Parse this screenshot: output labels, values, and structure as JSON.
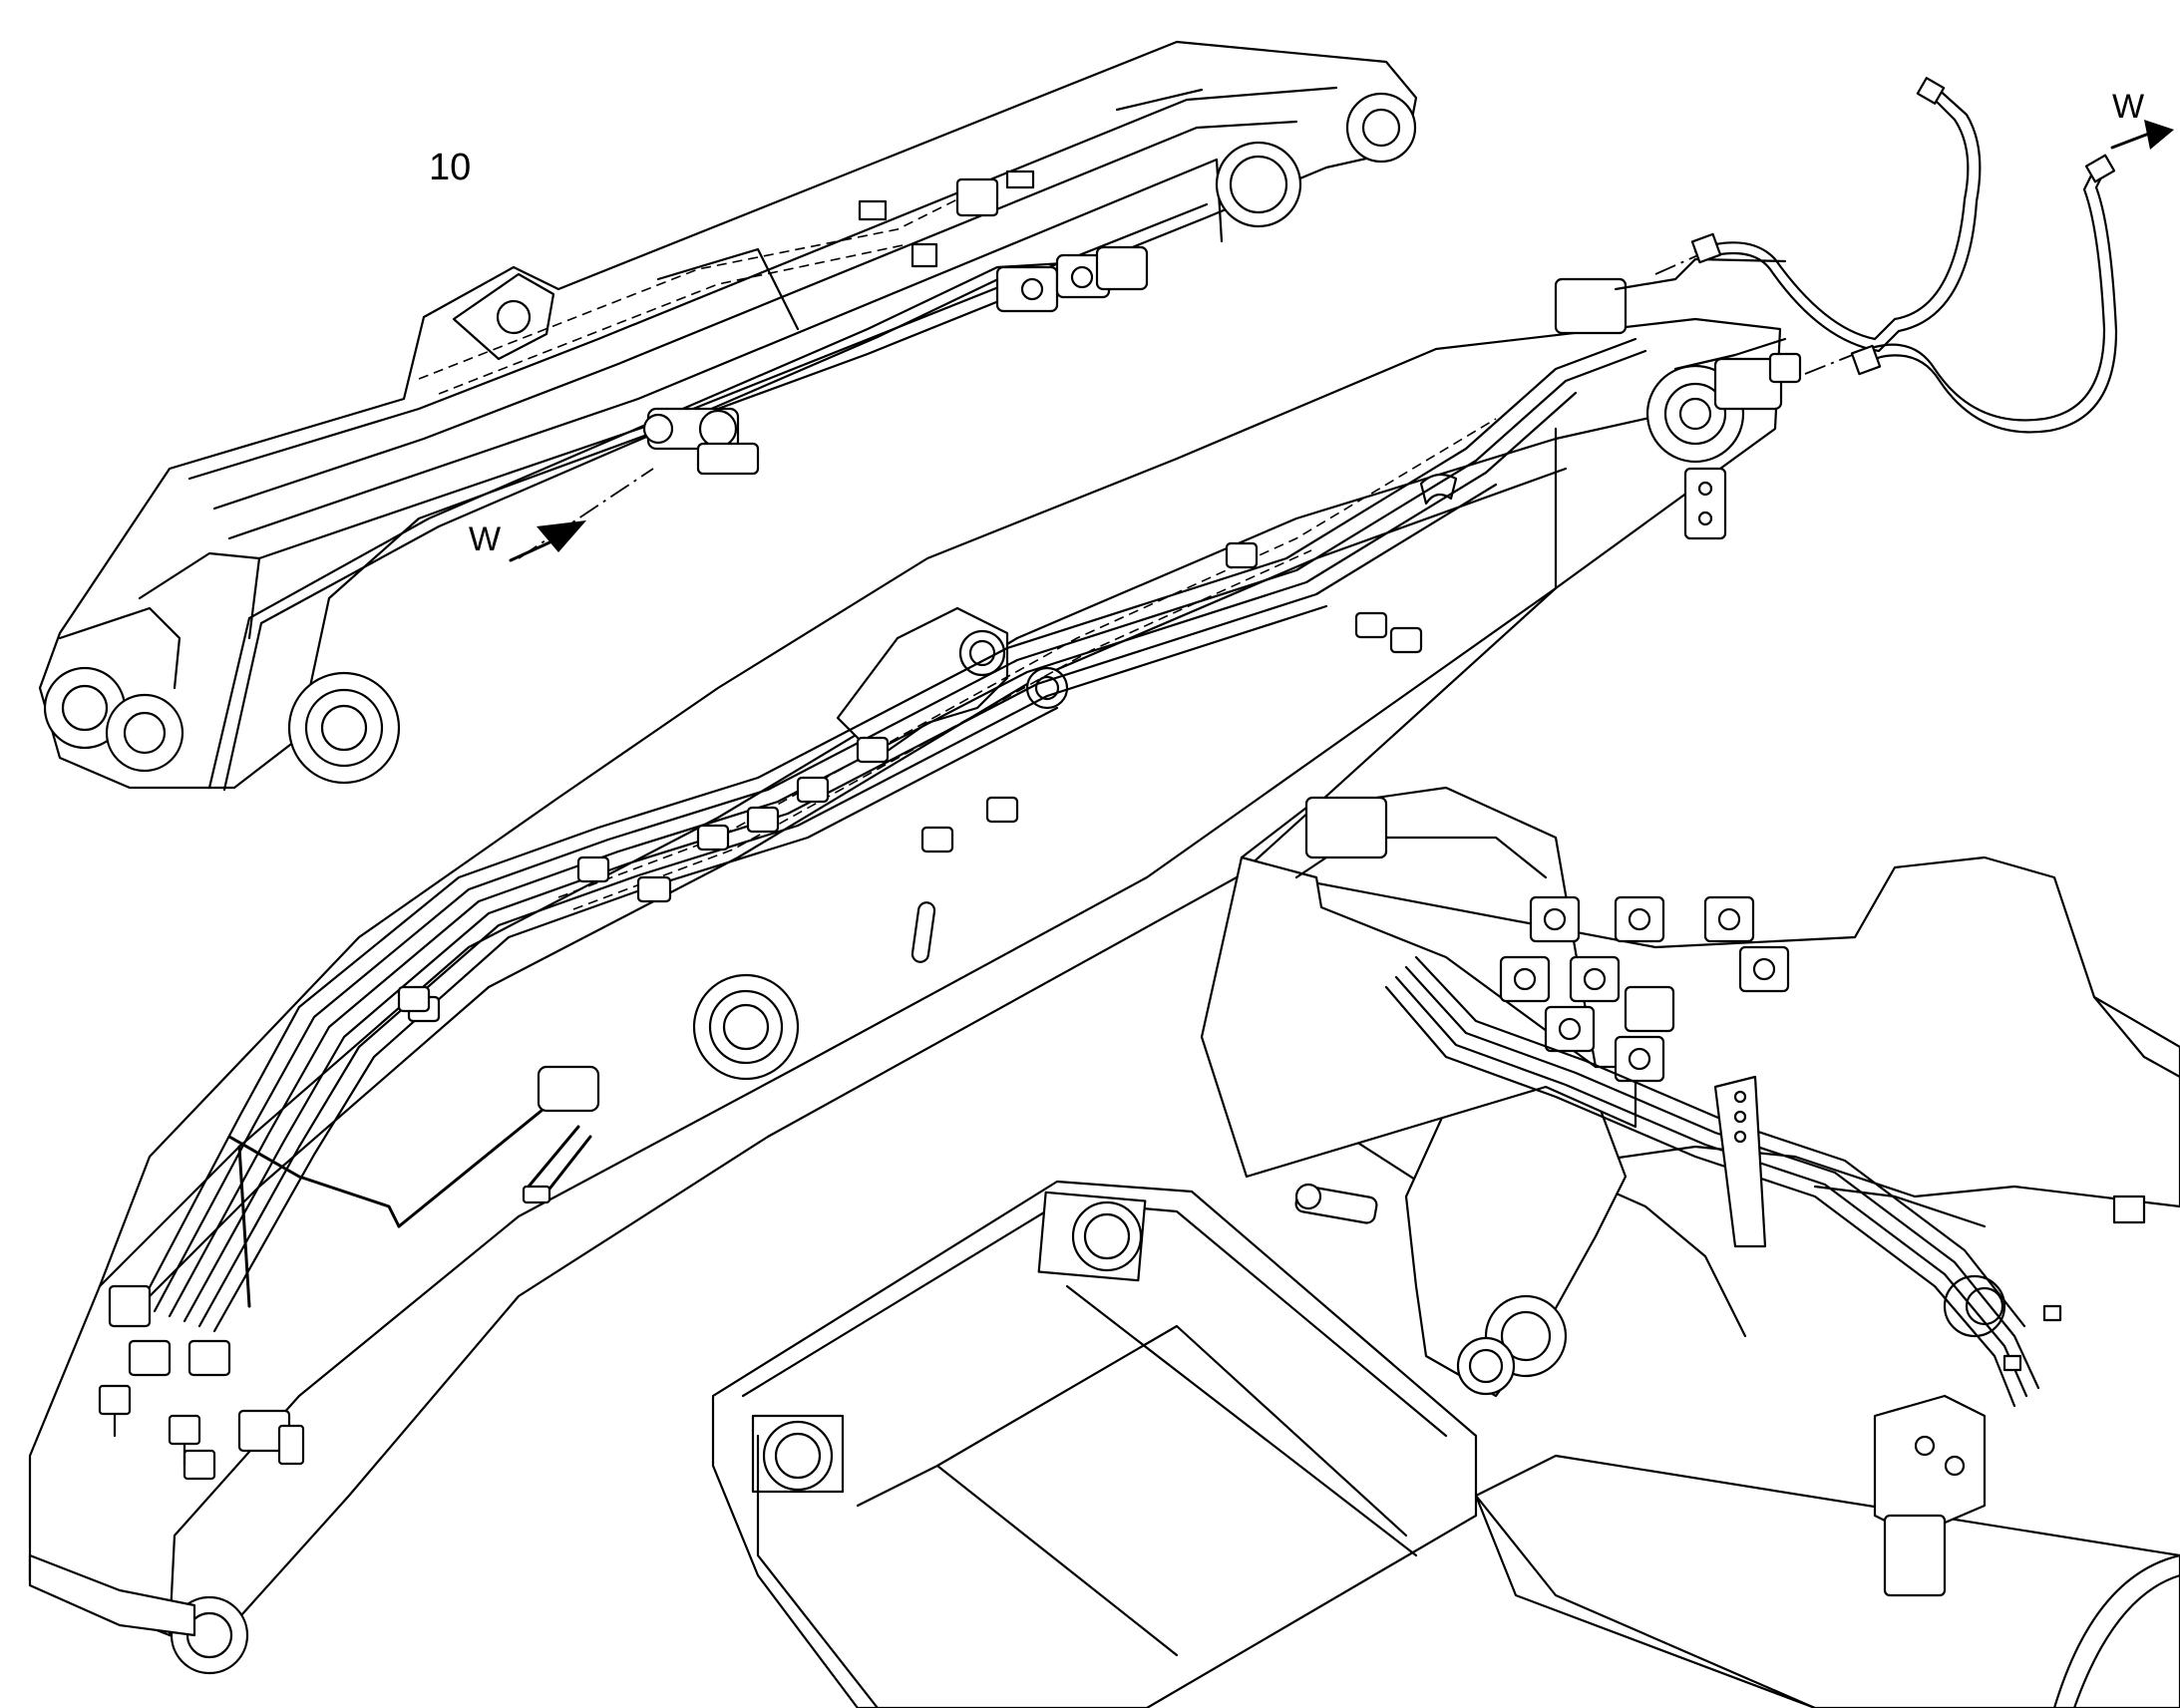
{
  "labels": {
    "item_number": "10",
    "view_marker_top": "W",
    "view_marker_left": "W"
  },
  "colors": {
    "line": "#000000",
    "background": "#ffffff"
  }
}
